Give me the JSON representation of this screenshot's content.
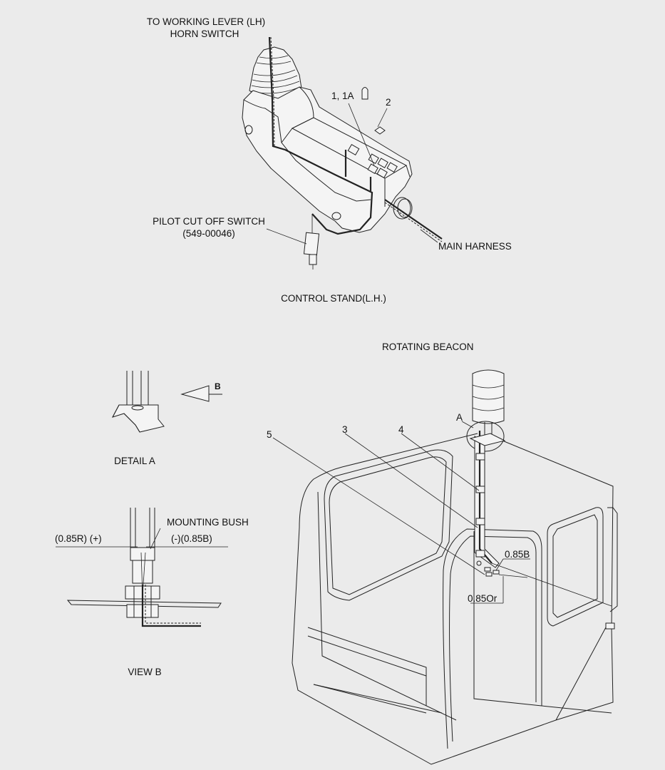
{
  "labels": {
    "working_lever": "TO WORKING LEVER (LH)",
    "horn_switch": "HORN SWITCH",
    "callout_1_1a": "1, 1A",
    "callout_2": "2",
    "pilot_cut_off_switch": "PILOT CUT OFF SWITCH",
    "pilot_part_no": "(549-00046)",
    "main_harness": "MAIN HARNESS",
    "control_stand": "CONTROL STAND(L.H.)",
    "rotating_beacon": "ROTATING BEACON",
    "detail_a_marker": "A",
    "callout_3": "3",
    "callout_4": "4",
    "callout_5": "5",
    "wire_085b": "0.85B",
    "wire_085or": "0.85Or",
    "view_b_marker": "B",
    "detail_a": "DETAIL  A",
    "mounting_bush": "MOUNTING BUSH",
    "wire_085r_plus": "(0.85R) (+)",
    "wire_minus_085b": "(-)(0.85B)",
    "view_b": "VIEW  B"
  },
  "colors": {
    "background": "#ebebeb",
    "line": "#222222"
  }
}
